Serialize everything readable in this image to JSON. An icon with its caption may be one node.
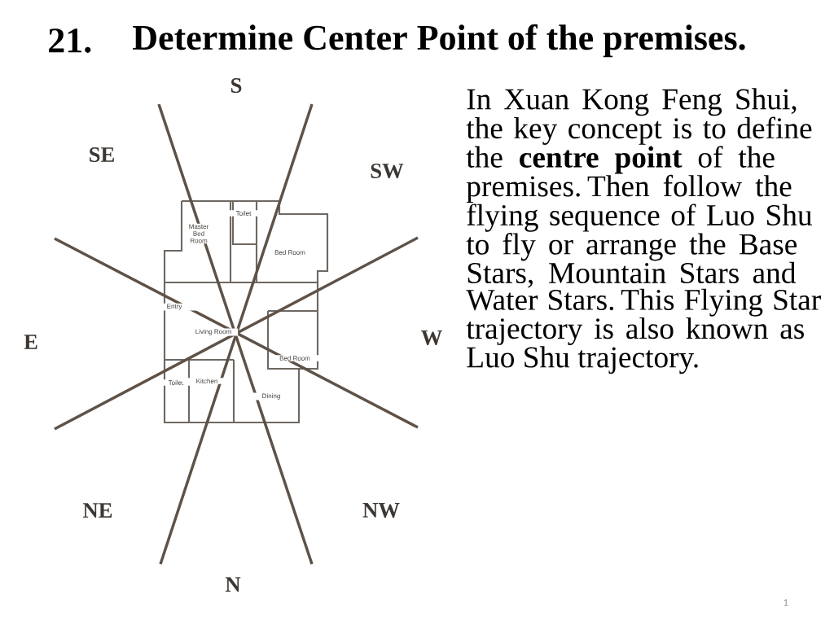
{
  "diagram": {
    "title": "Determine Center Point of the premises.",
    "labels": [
      "21.",
      "S",
      "SE",
      "SW",
      "E",
      "W",
      "NE",
      "NW",
      "N",
      "Master Bed Room",
      "Toilet",
      "Bed Room",
      "Entry",
      "Living Room",
      "Bed Room",
      "Toilet",
      "Kitchen",
      "Dining",
      "In Xuan Kong Feng Shui, the key concept is to define the **centre point** of the premises. Then follow the flying sequence of Luo Shu to fly or arrange the Base Stars, Mountain Stars and Water Stars. This Flying Star trajectory is also known as Luo Shu trajectory.",
      "1"
    ]
  }
}
